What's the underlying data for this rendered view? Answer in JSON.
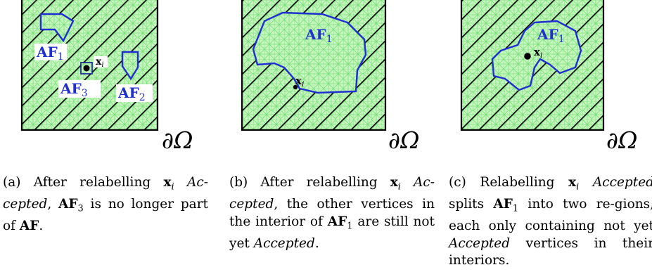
{
  "panels": [
    {
      "id": "a",
      "labels": {
        "af1": "AF",
        "af1_sub": "1",
        "af2": "AF",
        "af2_sub": "2",
        "af3": "AF",
        "af3_sub": "3",
        "xi": "x",
        "xi_sub": "i"
      },
      "boundary": "∂Ω",
      "caption": {
        "lead": "(a) After relabelling ",
        "x": "x",
        "x_sub": "i",
        "state1": " Ac-cepted",
        "mid": ", ",
        "af": "AF",
        "af_sub": "3",
        "tail": " is no longer part of ",
        "af_end": "AF",
        "end": "."
      }
    },
    {
      "id": "b",
      "labels": {
        "af1": "AF",
        "af1_sub": "1",
        "xi": "x",
        "xi_sub": "i"
      },
      "boundary": "∂Ω",
      "caption": {
        "lead": "(b) After relabelling ",
        "x": "x",
        "x_sub": "i",
        "state1": " Ac-cepted",
        "mid": ", the other vertices in the interior of ",
        "af": "AF",
        "af_sub": "1",
        "tail": " are still not yet ",
        "state2": "Accepted",
        "end": "."
      }
    },
    {
      "id": "c",
      "labels": {
        "af1": "AF",
        "af1_sub": "1",
        "xi": "x",
        "xi_sub": "i"
      },
      "boundary": "∂Ω",
      "caption": {
        "lead": "(c) Relabelling ",
        "x": "x",
        "x_sub": "i",
        "state1": " Accepted",
        "mid": " splits ",
        "af": "AF",
        "af_sub": "1",
        "tail": " into two re-gions, each only containing not yet ",
        "state2": "Accepted",
        "end": " vertices in their interiors."
      }
    }
  ],
  "colors": {
    "mesh": "#7be07b",
    "fill": "#c8f5c0",
    "front": "#1f2fd0",
    "hatch": "#000000"
  }
}
